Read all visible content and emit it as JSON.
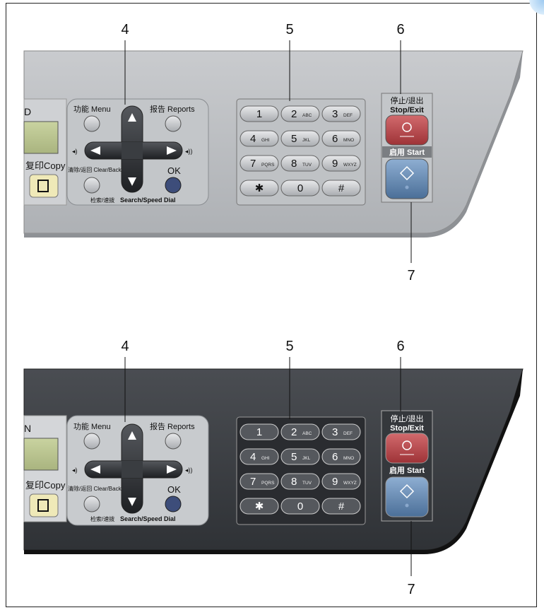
{
  "callouts": {
    "menu_keys": "4",
    "dial_pad": "5",
    "stop_exit": "6",
    "start": "7"
  },
  "menu_panel": {
    "menu": "功能 Menu",
    "reports": "报告 Reports",
    "clear_back": "清除/返回 Clear/Back",
    "ok": "OK",
    "search": "检索/速拨",
    "search_en": "Search/Speed Dial"
  },
  "left_panel": {
    "copy": "复印Copy",
    "top_partial_1": "D",
    "top_partial_2": "N"
  },
  "dial_keys": [
    {
      "num": "1",
      "sub": ""
    },
    {
      "num": "2",
      "sub": "ABC"
    },
    {
      "num": "3",
      "sub": "DEF"
    },
    {
      "num": "4",
      "sub": "GHI"
    },
    {
      "num": "5",
      "sub": "JKL"
    },
    {
      "num": "6",
      "sub": "MNO"
    },
    {
      "num": "7",
      "sub": "PQRS"
    },
    {
      "num": "8",
      "sub": "TUV"
    },
    {
      "num": "9",
      "sub": "WXYZ"
    },
    {
      "num": "✱",
      "sub": ""
    },
    {
      "num": "0",
      "sub": ""
    },
    {
      "num": "#",
      "sub": ""
    }
  ],
  "stop_panel": {
    "stop_cn": "停止/退出",
    "stop_en": "Stop/Exit",
    "start": "启用 Start"
  },
  "colors": {
    "light_body": "#b9bcc0",
    "dark_body": "#3a3d41",
    "stop": "#b9474b",
    "start": "#5a7fa8"
  }
}
